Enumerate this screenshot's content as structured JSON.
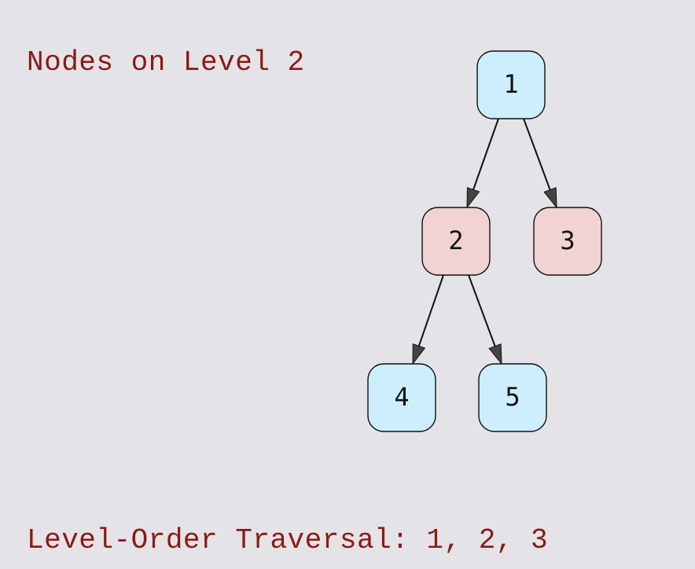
{
  "level_caption": "Nodes on Level 2",
  "traversal_caption": "Level-Order Traversal: 1, 2, 3",
  "colors": {
    "background": "#e4e3e7",
    "caption_text": "#8b1a14",
    "node_default": "#cdeefc",
    "node_highlight": "#f1d3d3",
    "node_stroke": "#111111",
    "arrowhead": "#444444"
  },
  "tree": {
    "nodes": [
      {
        "id": "1",
        "label": "1",
        "highlighted": false
      },
      {
        "id": "2",
        "label": "2",
        "highlighted": true
      },
      {
        "id": "3",
        "label": "3",
        "highlighted": true
      },
      {
        "id": "4",
        "label": "4",
        "highlighted": false
      },
      {
        "id": "5",
        "label": "5",
        "highlighted": false
      }
    ],
    "edges": [
      {
        "from": "1",
        "to": "2"
      },
      {
        "from": "1",
        "to": "3"
      },
      {
        "from": "2",
        "to": "4"
      },
      {
        "from": "2",
        "to": "5"
      }
    ]
  }
}
